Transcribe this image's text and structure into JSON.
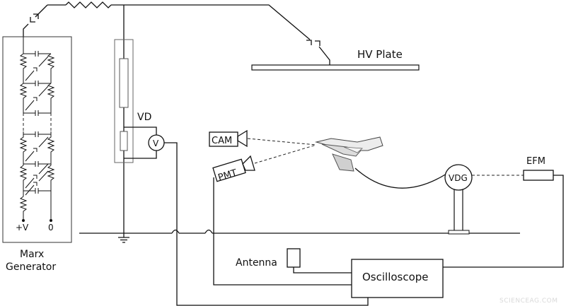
{
  "labels": {
    "hv_plate": "HV Plate",
    "vd": "VD",
    "voltmeter": "V",
    "cam": "CAM",
    "pmt": "PMT",
    "efm": "EFM",
    "vdg": "VDG",
    "antenna": "Antenna",
    "oscilloscope": "Oscilloscope",
    "marx_line1": "Marx",
    "marx_line2": "Generator",
    "plus_v": "+V",
    "zero": "0",
    "watermark": "SCIENCEAG.COM"
  },
  "colors": {
    "line": "#111111",
    "box_stroke": "#555555",
    "airplane_fill": "#e6e6e6"
  }
}
